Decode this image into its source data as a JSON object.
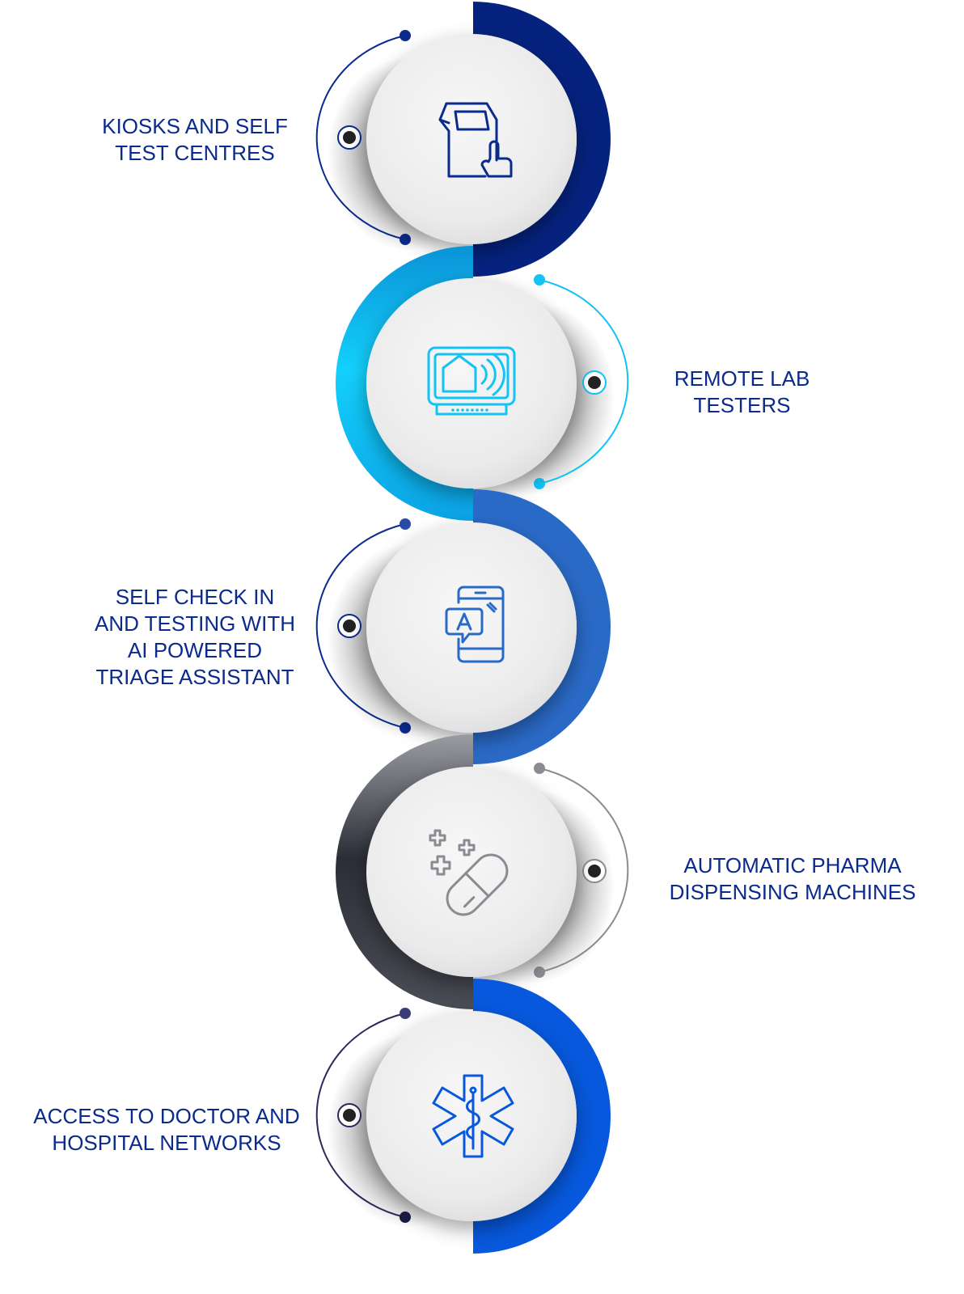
{
  "colors": {
    "label_text": "#0a2a8c",
    "step_0_accent": "#05227f",
    "step_1_accent": "#0bbdf0",
    "step_2_accent": "#2a6ac7",
    "step_3_accent": "#2b2e36",
    "step_4_accent": "#0758dd",
    "circle_face": "#ebebec"
  },
  "steps": [
    {
      "label": "KIOSKS AND SELF\nTEST CENTRES",
      "icon": "kiosk-touch-icon"
    },
    {
      "label": "REMOTE LAB\nTESTERS",
      "icon": "home-signal-monitor-icon"
    },
    {
      "label": "SELF CHECK IN\nAND TESTING WITH\nAI POWERED\nTRIAGE ASSISTANT",
      "icon": "ai-assistant-phone-icon"
    },
    {
      "label": "AUTOMATIC PHARMA\nDISPENSING MACHINES",
      "icon": "pill-capsule-icon"
    },
    {
      "label": "ACCESS TO DOCTOR AND\nHOSPITAL NETWORKS",
      "icon": "star-of-life-icon"
    }
  ]
}
